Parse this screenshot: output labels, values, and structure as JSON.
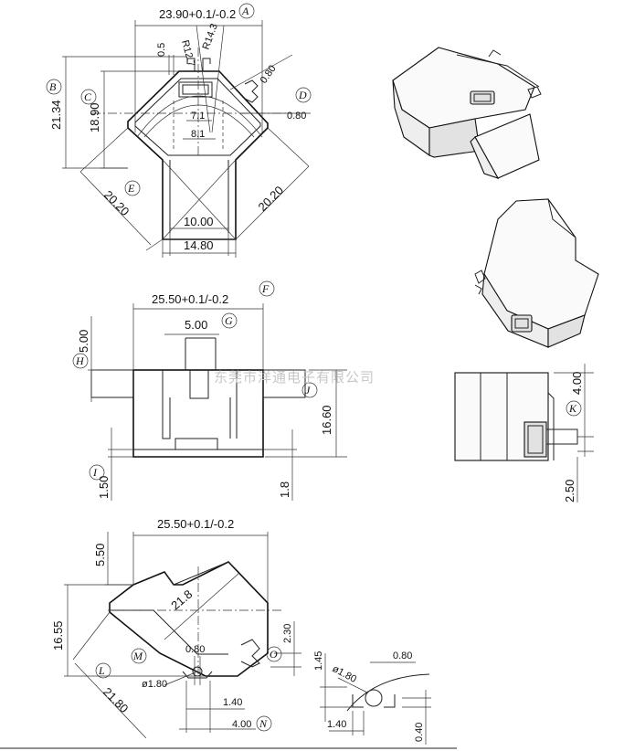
{
  "dimensions": {
    "top_width": "23.90+0.1/-0.2",
    "top_05": "0.5",
    "top_r127": "R12.7",
    "top_r143": "R14.3",
    "top_080a": "0.80",
    "top_080b": "0.80",
    "top_2134": "21.34",
    "top_1890": "18.90",
    "top_71": "7.1",
    "top_81": "8.1",
    "top_2020a": "20.20",
    "top_2020b": "20.20",
    "top_1000": "10.00",
    "top_1480": "14.80",
    "front_width": "25.50+0.1/-0.2",
    "front_500a": "5.00",
    "front_500b": "5.00",
    "front_1660": "16.60",
    "front_150": "1.50",
    "front_18": "1.8",
    "side_400": "4.00",
    "side_250": "2.50",
    "bot_width": "25.50+0.1/-0.2",
    "bot_550": "5.50",
    "bot_1655": "16.55",
    "bot_218": "21.8",
    "bot_080": "0.80",
    "bot_230": "2.30",
    "bot_d180": "ø1.80",
    "bot_2180": "21.80",
    "bot_140": "1.40",
    "bot_400": "4.00",
    "det_145": "1.45",
    "det_d180": "ø1.80",
    "det_080": "0.80",
    "det_140": "1.40",
    "det_040": "0.40"
  },
  "callouts": [
    "A",
    "B",
    "C",
    "D",
    "E",
    "F",
    "G",
    "H",
    "I",
    "J",
    "K",
    "L",
    "M",
    "N",
    "O"
  ],
  "watermark": "东莞市洋通电子有限公司"
}
